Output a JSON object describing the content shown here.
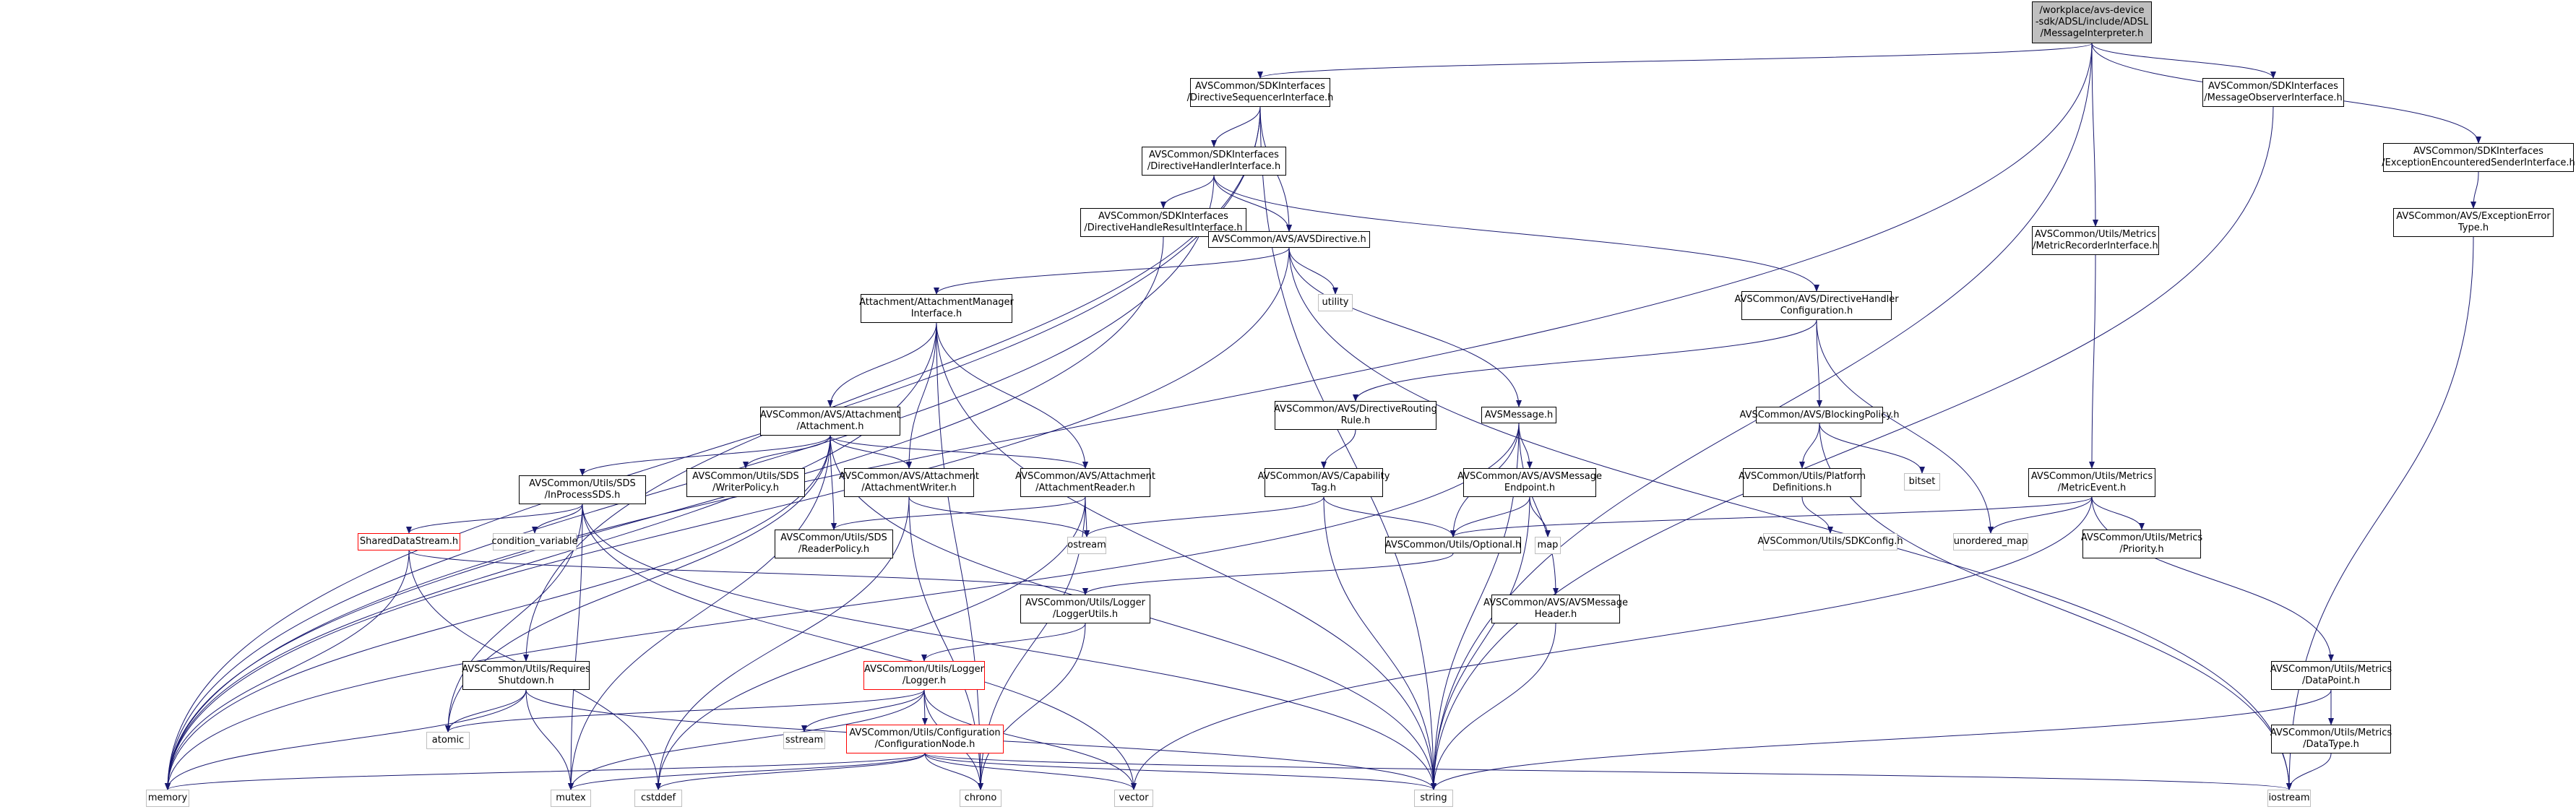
{
  "diagram_title": "",
  "colors": {
    "edge": "#191970",
    "root_fill": "#bfbfbf",
    "truncated_border": "#ff0000",
    "system_border": "#bfbfbf"
  },
  "nodes": [
    {
      "id": "root",
      "lines": [
        "/workplace/avs-device",
        "-sdk/ADSL/include/ADSL",
        "/MessageInterpreter.h"
      ],
      "style": "root"
    },
    {
      "id": "dsi",
      "lines": [
        "AVSCommon/SDKInterfaces",
        "/DirectiveSequencerInterface.h"
      ],
      "style": "dbl"
    },
    {
      "id": "moi",
      "lines": [
        "AVSCommon/SDKInterfaces",
        "/MessageObserverInterface.h"
      ],
      "style": "dbl"
    },
    {
      "id": "eesi",
      "lines": [
        "AVSCommon/SDKInterfaces",
        "/ExceptionEncounteredSenderInterface.h"
      ],
      "style": "dbl"
    },
    {
      "id": "dhi",
      "lines": [
        "AVSCommon/SDKInterfaces",
        "/DirectiveHandlerInterface.h"
      ],
      "style": "dbl"
    },
    {
      "id": "aet",
      "lines": [
        "AVSCommon/AVS/ExceptionError",
        "Type.h"
      ],
      "style": "dbl"
    },
    {
      "id": "dhri",
      "lines": [
        "AVSCommon/SDKInterfaces",
        "/DirectiveHandleResultInterface.h"
      ],
      "style": "dbl"
    },
    {
      "id": "mri",
      "lines": [
        "AVSCommon/Utils/Metrics",
        "/MetricRecorderInterface.h"
      ],
      "style": "dbl"
    },
    {
      "id": "avsd",
      "lines": [
        "AVSCommon/AVS/AVSDirective.h"
      ],
      "style": "sgl"
    },
    {
      "id": "utility",
      "lines": [
        "utility"
      ],
      "style": "std"
    },
    {
      "id": "amgr",
      "lines": [
        "Attachment/AttachmentManager",
        "Interface.h"
      ],
      "style": "dbl"
    },
    {
      "id": "dhc",
      "lines": [
        "AVSCommon/AVS/DirectiveHandler",
        "Configuration.h"
      ],
      "style": "dbl"
    },
    {
      "id": "dr",
      "lines": [
        "AVSCommon/AVS/DirectiveRouting",
        "Rule.h"
      ],
      "style": "dbl"
    },
    {
      "id": "avsm",
      "lines": [
        "AVSMessage.h"
      ],
      "style": "sgl"
    },
    {
      "id": "bp",
      "lines": [
        "AVSCommon/AVS/BlockingPolicy.h"
      ],
      "style": "sgl"
    },
    {
      "id": "att",
      "lines": [
        "AVSCommon/AVS/Attachment",
        "/Attachment.h"
      ],
      "style": "dbl"
    },
    {
      "id": "ct",
      "lines": [
        "AVSCommon/AVS/Capability",
        "Tag.h"
      ],
      "style": "dbl"
    },
    {
      "id": "me",
      "lines": [
        "AVSCommon/AVS/AVSMessage",
        "Endpoint.h"
      ],
      "style": "dbl"
    },
    {
      "id": "pd",
      "lines": [
        "AVSCommon/Utils/Platform",
        "Definitions.h"
      ],
      "style": "dbl"
    },
    {
      "id": "bitset",
      "lines": [
        "bitset"
      ],
      "style": "std"
    },
    {
      "id": "mev",
      "lines": [
        "AVSCommon/Utils/Metrics",
        "/MetricEvent.h"
      ],
      "style": "dbl"
    },
    {
      "id": "ips",
      "lines": [
        "AVSCommon/Utils/SDS",
        "/InProcessSDS.h"
      ],
      "style": "dbl"
    },
    {
      "id": "wp",
      "lines": [
        "AVSCommon/Utils/SDS",
        "/WriterPolicy.h"
      ],
      "style": "dbl"
    },
    {
      "id": "aw",
      "lines": [
        "AVSCommon/AVS/Attachment",
        "/AttachmentWriter.h"
      ],
      "style": "dbl"
    },
    {
      "id": "ar",
      "lines": [
        "AVSCommon/AVS/Attachment",
        "/AttachmentReader.h"
      ],
      "style": "dbl"
    },
    {
      "id": "sdkc",
      "lines": [
        "AVSCommon/Utils/SDKConfig.h"
      ],
      "style": "std"
    },
    {
      "id": "umap",
      "lines": [
        "unordered_map"
      ],
      "style": "std"
    },
    {
      "id": "pri",
      "lines": [
        "AVSCommon/Utils/Metrics",
        "/Priority.h"
      ],
      "style": "dbl"
    },
    {
      "id": "sds",
      "lines": [
        "SharedDataStream.h"
      ],
      "style": "red"
    },
    {
      "id": "cv",
      "lines": [
        "condition_variable"
      ],
      "style": "std"
    },
    {
      "id": "rp",
      "lines": [
        "AVSCommon/Utils/SDS",
        "/ReaderPolicy.h"
      ],
      "style": "dbl"
    },
    {
      "id": "ostream",
      "lines": [
        "ostream"
      ],
      "style": "std"
    },
    {
      "id": "opt",
      "lines": [
        "AVSCommon/Utils/Optional.h"
      ],
      "style": "sgl"
    },
    {
      "id": "map",
      "lines": [
        "map"
      ],
      "style": "std"
    },
    {
      "id": "lu",
      "lines": [
        "AVSCommon/Utils/Logger",
        "/LoggerUtils.h"
      ],
      "style": "dbl"
    },
    {
      "id": "mh",
      "lines": [
        "AVSCommon/AVS/AVSMessage",
        "Header.h"
      ],
      "style": "dbl"
    },
    {
      "id": "rs",
      "lines": [
        "AVSCommon/Utils/Requires",
        "Shutdown.h"
      ],
      "style": "dbl"
    },
    {
      "id": "lg",
      "lines": [
        "AVSCommon/Utils/Logger",
        "/Logger.h"
      ],
      "style": "red"
    },
    {
      "id": "dp",
      "lines": [
        "AVSCommon/Utils/Metrics",
        "/DataPoint.h"
      ],
      "style": "dbl"
    },
    {
      "id": "atomic",
      "lines": [
        "atomic"
      ],
      "style": "std"
    },
    {
      "id": "sstream",
      "lines": [
        "sstream"
      ],
      "style": "std"
    },
    {
      "id": "cn",
      "lines": [
        "AVSCommon/Utils/Configuration",
        "/ConfigurationNode.h"
      ],
      "style": "red"
    },
    {
      "id": "dt",
      "lines": [
        "AVSCommon/Utils/Metrics",
        "/DataType.h"
      ],
      "style": "dbl"
    },
    {
      "id": "memory",
      "lines": [
        "memory"
      ],
      "style": "std"
    },
    {
      "id": "mutex",
      "lines": [
        "mutex"
      ],
      "style": "std"
    },
    {
      "id": "cstddef",
      "lines": [
        "cstddef"
      ],
      "style": "std"
    },
    {
      "id": "chrono",
      "lines": [
        "chrono"
      ],
      "style": "std"
    },
    {
      "id": "vector",
      "lines": [
        "vector"
      ],
      "style": "std"
    },
    {
      "id": "string",
      "lines": [
        "string"
      ],
      "style": "std"
    },
    {
      "id": "iostream",
      "lines": [
        "iostream"
      ],
      "style": "std"
    }
  ],
  "edges": [
    [
      "root",
      "dsi"
    ],
    [
      "root",
      "moi"
    ],
    [
      "root",
      "eesi"
    ],
    [
      "root",
      "mri"
    ],
    [
      "root",
      "memory"
    ],
    [
      "root",
      "string"
    ],
    [
      "dsi",
      "dhi"
    ],
    [
      "dsi",
      "avsd"
    ],
    [
      "dsi",
      "rs"
    ],
    [
      "dsi",
      "memory"
    ],
    [
      "dsi",
      "string"
    ],
    [
      "dhi",
      "dhri"
    ],
    [
      "dhi",
      "avsd"
    ],
    [
      "dhi",
      "dhc"
    ],
    [
      "dhi",
      "memory"
    ],
    [
      "dhri",
      "avsd"
    ],
    [
      "dhri",
      "memory"
    ],
    [
      "moi",
      "string"
    ],
    [
      "eesi",
      "aet"
    ],
    [
      "aet",
      "iostream"
    ],
    [
      "mri",
      "mev"
    ],
    [
      "avsd",
      "amgr"
    ],
    [
      "avsd",
      "utility"
    ],
    [
      "avsd",
      "avsm"
    ],
    [
      "avsd",
      "memory"
    ],
    [
      "avsd",
      "iostream"
    ],
    [
      "amgr",
      "att"
    ],
    [
      "amgr",
      "aw"
    ],
    [
      "amgr",
      "ar"
    ],
    [
      "amgr",
      "chrono"
    ],
    [
      "amgr",
      "string"
    ],
    [
      "amgr",
      "memory"
    ],
    [
      "att",
      "ips"
    ],
    [
      "att",
      "wp"
    ],
    [
      "att",
      "rp"
    ],
    [
      "att",
      "aw"
    ],
    [
      "att",
      "ar"
    ],
    [
      "att",
      "atomic"
    ],
    [
      "att",
      "string"
    ],
    [
      "att",
      "mutex"
    ],
    [
      "att",
      "memory"
    ],
    [
      "aw",
      "ostream"
    ],
    [
      "aw",
      "cstddef"
    ],
    [
      "aw",
      "chrono"
    ],
    [
      "ar",
      "rp"
    ],
    [
      "ar",
      "ostream"
    ],
    [
      "ar",
      "cstddef"
    ],
    [
      "ar",
      "chrono"
    ],
    [
      "ips",
      "sds"
    ],
    [
      "ips",
      "cv"
    ],
    [
      "ips",
      "atomic"
    ],
    [
      "ips",
      "mutex"
    ],
    [
      "ips",
      "vector"
    ],
    [
      "ips",
      "string"
    ],
    [
      "sds",
      "lu"
    ],
    [
      "sds",
      "memory"
    ],
    [
      "sds",
      "cstddef"
    ],
    [
      "dhc",
      "dr"
    ],
    [
      "dhc",
      "bp"
    ],
    [
      "dhc",
      "umap"
    ],
    [
      "dr",
      "ct"
    ],
    [
      "bp",
      "pd"
    ],
    [
      "bp",
      "bitset"
    ],
    [
      "bp",
      "iostream"
    ],
    [
      "pd",
      "sdkc"
    ],
    [
      "avsm",
      "me"
    ],
    [
      "avsm",
      "opt"
    ],
    [
      "avsm",
      "mh"
    ],
    [
      "avsm",
      "string"
    ],
    [
      "avsm",
      "memory"
    ],
    [
      "ct",
      "opt"
    ],
    [
      "ct",
      "ostream"
    ],
    [
      "ct",
      "string"
    ],
    [
      "me",
      "opt"
    ],
    [
      "me",
      "map"
    ],
    [
      "me",
      "string"
    ],
    [
      "mev",
      "opt"
    ],
    [
      "mev",
      "umap"
    ],
    [
      "mev",
      "pri"
    ],
    [
      "mev",
      "dp"
    ],
    [
      "mev",
      "vector"
    ],
    [
      "opt",
      "lu"
    ],
    [
      "lu",
      "lg"
    ],
    [
      "lu",
      "chrono"
    ],
    [
      "mh",
      "string"
    ],
    [
      "rs",
      "atomic"
    ],
    [
      "rs",
      "mutex"
    ],
    [
      "rs",
      "memory"
    ],
    [
      "rs",
      "string"
    ],
    [
      "lg",
      "atomic"
    ],
    [
      "lg",
      "sstream"
    ],
    [
      "lg",
      "cn"
    ],
    [
      "lg",
      "chrono"
    ],
    [
      "lg",
      "vector"
    ],
    [
      "lg",
      "mutex"
    ],
    [
      "cn",
      "memory"
    ],
    [
      "cn",
      "mutex"
    ],
    [
      "cn",
      "cstddef"
    ],
    [
      "cn",
      "chrono"
    ],
    [
      "cn",
      "vector"
    ],
    [
      "cn",
      "string"
    ],
    [
      "cn",
      "iostream"
    ],
    [
      "dp",
      "dt"
    ],
    [
      "dp",
      "string"
    ],
    [
      "dt",
      "iostream"
    ]
  ]
}
